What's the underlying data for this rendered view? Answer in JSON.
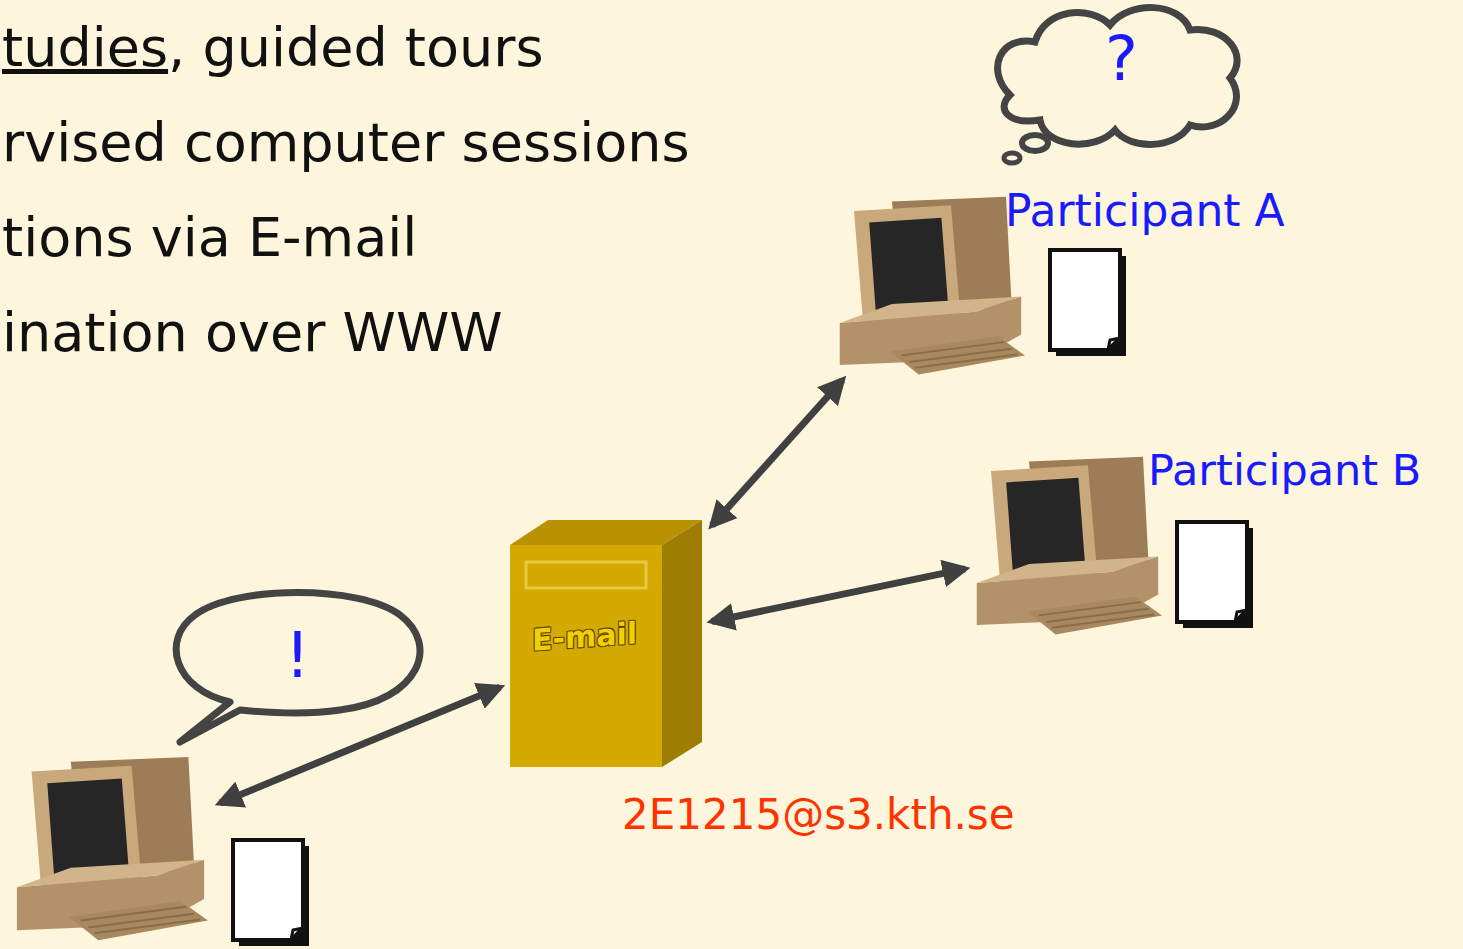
{
  "diagram": {
    "nodes": [
      {
        "text": [
          "?",
          "Participant A"
        ]
      },
      {
        "text": [
          "Participant B"
        ]
      },
      {
        "text": [
          "E-mail",
          "2E1215@s3.kth.se"
        ]
      },
      {
        "text": [
          "!"
        ]
      }
    ],
    "edges": [
      {
        "from": 2,
        "to": 0,
        "arrow": "both"
      },
      {
        "from": 2,
        "to": 1,
        "arrow": "both"
      },
      {
        "from": 3,
        "to": 2,
        "arrow": "both"
      }
    ],
    "labels": [
      "tudies",
      ", guided tours",
      "rvised computer sessions",
      "tions via E-mail",
      "ination over WWW"
    ]
  }
}
